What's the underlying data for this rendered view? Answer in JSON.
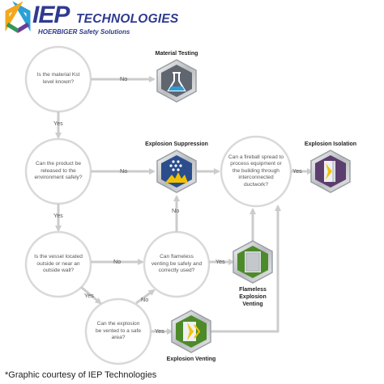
{
  "logo": {
    "brand": "IEP",
    "brand_suffix": "TECHNOLOGIES",
    "subtitle": "HOERBIGER Safety Solutions"
  },
  "questions": {
    "q1": "Is the material Kst level known?",
    "q2": "Can the product be released to the environment safely?",
    "q3": "Is the vessel located outside or near an outside wall?",
    "q4": "Can flameless venting be safely and correctly used?",
    "q5": "Can the explosion be vented to a safe area?",
    "q6": "Can a fireball spread to process equipment or the building through interconnected ductwork?"
  },
  "edges": {
    "yes": "Yes",
    "no": "No"
  },
  "outcomes": {
    "material_testing": "Material Testing",
    "explosion_suppression": "Explosion Suppression",
    "explosion_isolation": "Explosion Isolation",
    "flameless_explosion_venting_l1": "Flameless",
    "flameless_explosion_venting_l2": "Explosion",
    "flameless_explosion_venting_l3": "Venting",
    "explosion_venting": "Explosion Venting"
  },
  "colors": {
    "circle_stroke": "#d9d9d9",
    "arrow": "#cccccc",
    "brand_blue": "#2f3a8f",
    "suppression_blue": "#2b4d8c",
    "suppression_yellow": "#f2c200",
    "isolation_purple": "#5b3d6e",
    "venting_green": "#4d8a2a",
    "testing_gray": "#8a8f95"
  },
  "credit": "*Graphic courtesy of IEP Technologies"
}
